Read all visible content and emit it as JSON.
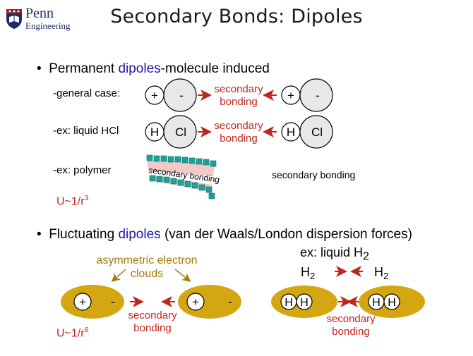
{
  "logo": {
    "line1": "Penn",
    "line2": "Engineering"
  },
  "title": "Secondary Bonds: Dipoles",
  "section1": {
    "bullet_pre": "Permanent ",
    "bullet_highlight": "dipoles",
    "bullet_post": "-molecule induced",
    "row_general": "-general case:",
    "row_hcl": "-ex: liquid HCl",
    "row_polymer": "-ex: polymer",
    "secondary_line1": "secondary",
    "secondary_line2": "bonding",
    "polymer_label": "secondary bonding",
    "polymer_caption": "secondary bonding",
    "potential": "U~1/r",
    "potential_exp": "3",
    "plus": "+",
    "minus": "-",
    "atom_h": "H",
    "atom_cl": "Cl"
  },
  "section2": {
    "bullet_pre": "Fluctuating ",
    "bullet_highlight": "dipoles",
    "bullet_post": " (van der Waals/London dispersion forces)",
    "asym_line1": "asymmetric electron",
    "asym_line2": "clouds",
    "secondary_line1": "secondary",
    "secondary_line2": "bonding",
    "potential": "U~1/r",
    "potential_exp": "6",
    "ex_prefix": "ex:  liquid H",
    "ex_sub": "2",
    "h2_base": "H",
    "h2_sub": "2",
    "plus": "+",
    "minus": "-",
    "atom_h": "H"
  },
  "colors": {
    "red": "#c0261d",
    "blue": "#1a1aa0",
    "cloud": "#d4a612",
    "olive": "#a07c0b",
    "teal": "#1aa39a",
    "pink": "#f3c8c8",
    "circle_fill": "#e8e8e8"
  }
}
